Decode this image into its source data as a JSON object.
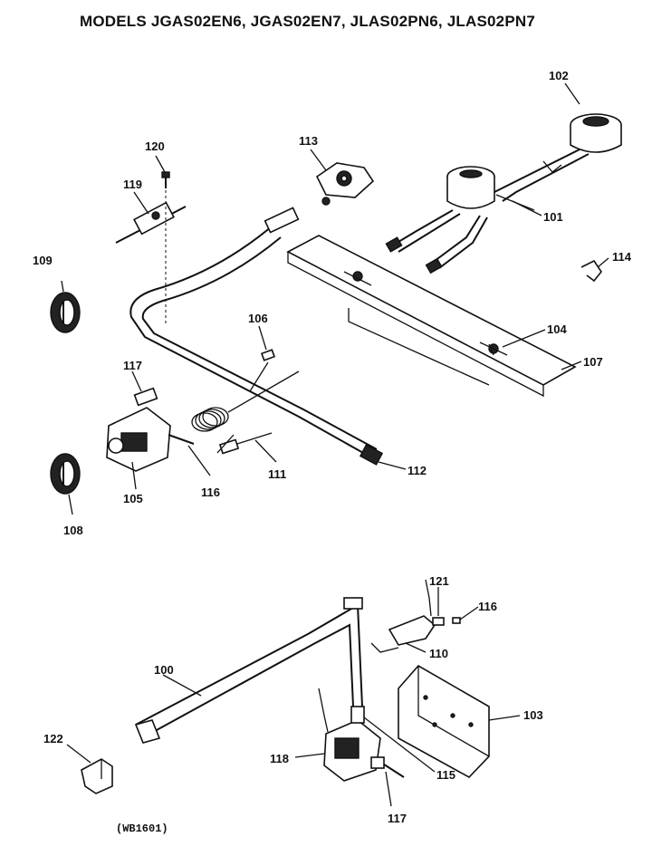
{
  "title": "MODELS JGAS02EN6, JGAS02EN7, JLAS02PN6, JLAS02PN7",
  "labels": {
    "p100": "100",
    "p101": "101",
    "p102": "102",
    "p103": "103",
    "p104": "104",
    "p105": "105",
    "p106": "106",
    "p107": "107",
    "p108": "108",
    "p109": "109",
    "p110": "110",
    "p111": "111",
    "p112": "112",
    "p113": "113",
    "p114": "114",
    "p115": "115",
    "p116a": "116",
    "p116b": "116",
    "p117a": "117",
    "p117b": "117",
    "p118": "118",
    "p119": "119",
    "p120": "120",
    "p121": "121",
    "p122": "122"
  },
  "diagram_code": "(WB1601)"
}
